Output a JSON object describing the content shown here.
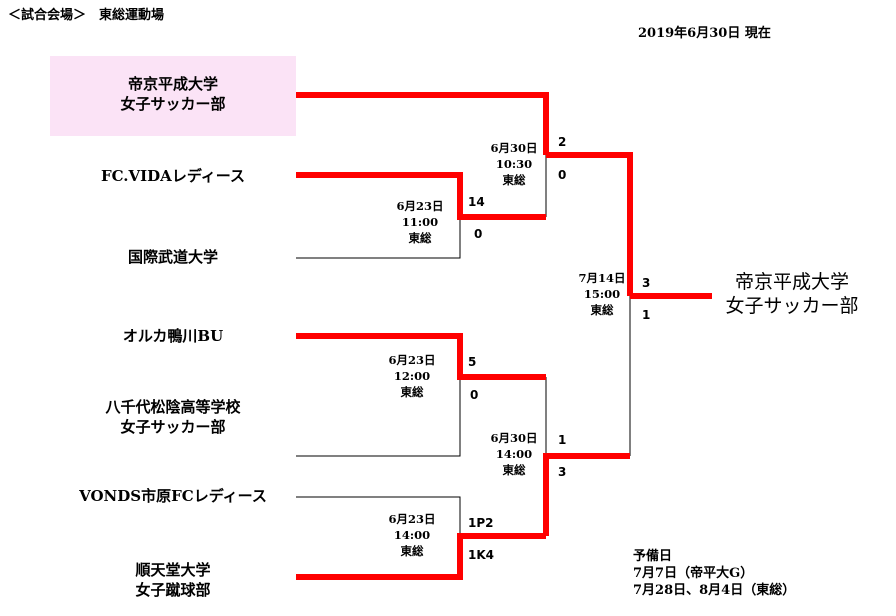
{
  "header": {
    "venue": "＜試合会場＞　東総運動場",
    "asof": "2019年6月30日 現在"
  },
  "teams": [
    {
      "line1": "帝京平成大学",
      "line2": "女子サッカー部"
    },
    {
      "line1": "FC.VIDAレディース",
      "line2": ""
    },
    {
      "line1": "国際武道大学",
      "line2": ""
    },
    {
      "line1": "オルカ鴨川BU",
      "line2": ""
    },
    {
      "line1": "八千代松陰高等学校",
      "line2": "女子サッカー部"
    },
    {
      "line1": "VONDS市原FCレディース",
      "line2": ""
    },
    {
      "line1": "順天堂大学",
      "line2": "女子蹴球部"
    }
  ],
  "matches": [
    {
      "date": "6月23日",
      "time": "11:00",
      "venue": "東総",
      "score_top": "14",
      "score_bottom": "0"
    },
    {
      "date": "6月23日",
      "time": "12:00",
      "venue": "東総",
      "score_top": "5",
      "score_bottom": "0"
    },
    {
      "date": "6月23日",
      "time": "14:00",
      "venue": "東総",
      "score_top": "1P2",
      "score_bottom": "1K4"
    },
    {
      "date": "6月30日",
      "time": "10:30",
      "venue": "東総",
      "score_top": "2",
      "score_bottom": "0"
    },
    {
      "date": "6月30日",
      "time": "14:00",
      "venue": "東総",
      "score_top": "1",
      "score_bottom": "3"
    },
    {
      "date": "7月14日",
      "time": "15:00",
      "venue": "東総",
      "score_top": "3",
      "score_bottom": "1"
    }
  ],
  "champion": {
    "line1": "帝京平成大学",
    "line2": "女子サッカー部"
  },
  "notes": {
    "title": "予備日",
    "line1": "7月7日（帝平大G）",
    "line2": "7月28日、8月4日（東総）"
  },
  "colors": {
    "winner_line": "#ff0000",
    "loser_line": "#000000",
    "highlight": "#fbe3f6"
  }
}
